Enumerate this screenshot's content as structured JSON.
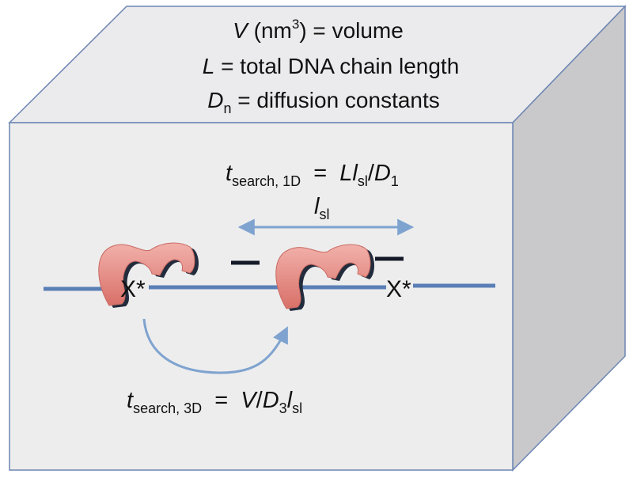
{
  "header": {
    "volume_def": {
      "symbol": "V",
      "rest": " (nm",
      "sup": "3",
      "tail": ") =  volume"
    },
    "length_def": {
      "symbol": "L",
      "rest": " = total DNA chain length"
    },
    "diffusion_def": {
      "symbol": "D",
      "sub": "n",
      "rest": " = diffusion constants"
    }
  },
  "equations": {
    "one_d": {
      "t": "t",
      "sub": "search, 1D",
      "eq": "  =  ",
      "L": "Ll",
      "lsub": "sl",
      "slash": "/",
      "D": "D",
      "dsub": "1"
    },
    "three_d": {
      "t": "t",
      "sub": "search, 3D",
      "eq": "  =  ",
      "V": "V",
      "slash": "/",
      "D": "D",
      "dsub": "3",
      "l": "l",
      "lsub": "sl"
    }
  },
  "labels": {
    "sliding_length": {
      "l": "l",
      "sub": "sl"
    },
    "target_left": "X*",
    "target_right": "X*"
  },
  "colors": {
    "box_front": "#ededee",
    "box_top": "#ebebed",
    "box_side": "#c9c9cb",
    "box_edge": "#6d86b3",
    "dna": "#5a7fb6",
    "arrow": "#7fa3cf",
    "protein": "#e08a84",
    "protein_shadow": "#222c3c"
  },
  "icons": [
    "protein-icon",
    "double-headed-arrow-icon",
    "curved-arrow-icon"
  ]
}
